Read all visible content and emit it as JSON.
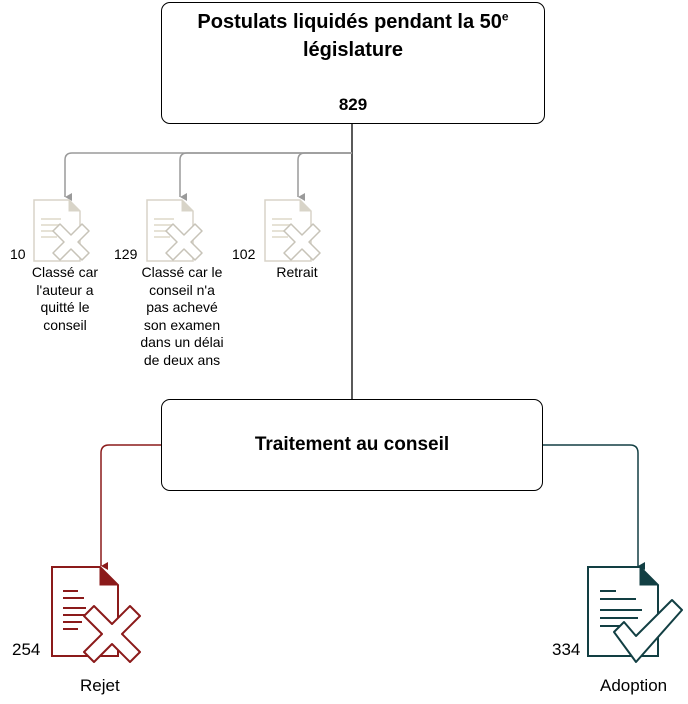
{
  "top": {
    "title": "Postulats liquidés pendant la 50",
    "title_sup": "e",
    "title_line2": "législature",
    "count": "829"
  },
  "middle": {
    "title": "Traitement au conseil"
  },
  "small_outcomes": [
    {
      "count": "10",
      "caption": [
        "Classé car",
        "l'auteur a",
        "quitté le",
        "conseil"
      ],
      "icon": "document-x-icon"
    },
    {
      "count": "129",
      "caption": [
        "Classé car le",
        "conseil n'a",
        "pas achevé",
        "son examen",
        "dans un délai",
        "de deux ans"
      ],
      "icon": "document-x-icon"
    },
    {
      "count": "102",
      "caption": [
        "Retrait"
      ],
      "icon": "document-x-icon"
    }
  ],
  "rejet": {
    "count": "254",
    "label": "Rejet",
    "color": "#8b1a1a",
    "icon": "document-rejected-icon"
  },
  "adoption": {
    "count": "334",
    "label": "Adoption",
    "color": "#123f43",
    "icon": "document-approved-icon"
  },
  "colors": {
    "gray": "#9a9a9a",
    "line": "#000000"
  }
}
